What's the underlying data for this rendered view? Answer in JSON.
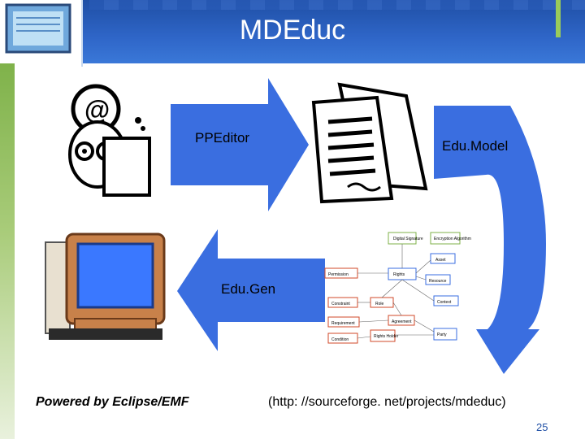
{
  "slide": {
    "title": "MDEduc",
    "page_number": "25"
  },
  "arrows": {
    "editor": "PPEditor",
    "model": "Edu.Model",
    "gen": "Edu.Gen"
  },
  "footer": {
    "powered_by": "Powered by Eclipse/EMF",
    "url": "(http: //sourceforge. net/projects/mdeduc)"
  },
  "diagram": {
    "nodes": [
      "Digital Signature",
      "Encryption Algorithm",
      "Asset",
      "Permission",
      "Rights",
      "Resource",
      "Constraint",
      "Role",
      "Context",
      "Requirement",
      "Agreement",
      "Condition",
      "Rights Holder",
      "Party"
    ]
  },
  "colors": {
    "header": "#2f66c8",
    "arrow": "#3a6ee0",
    "accent_green": "#7fb24a"
  }
}
